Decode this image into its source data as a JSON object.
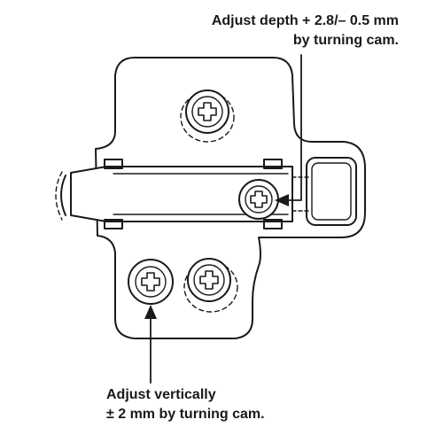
{
  "annotations": {
    "depth": {
      "line1": "Adjust depth + 2.8/– 0.5 mm",
      "line2": "by turning cam."
    },
    "vertical": {
      "line1": "Adjust vertically",
      "line2": "± 2 mm by turning cam."
    }
  },
  "colors": {
    "stroke": "#1a1a1a",
    "background": "#ffffff"
  }
}
